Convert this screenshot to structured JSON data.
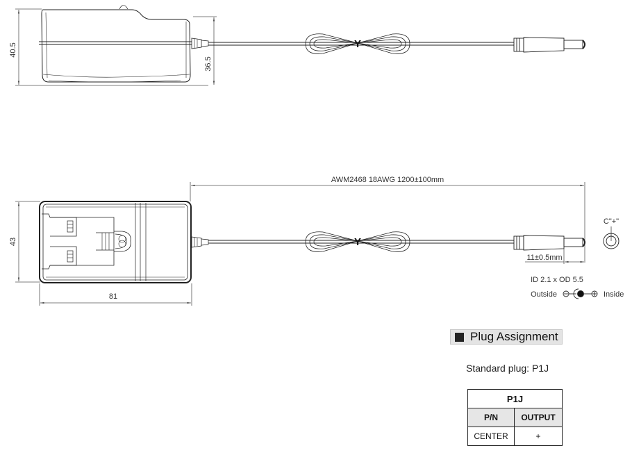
{
  "top_view": {
    "height_dim": "40.5",
    "cable_height_dim": "36.5",
    "knot_label": "Y"
  },
  "bottom_view": {
    "height_dim": "43",
    "width_dim": "81",
    "knot_label": "Y",
    "cable_spec": "AWM2468 18AWG 1200±100mm",
    "plug_length_dim": "11±0.5mm"
  },
  "plug_face": {
    "center_label": "C\"+\"",
    "size_label": "ID 2.1 x OD 5.5",
    "outside_label": "Outside",
    "inside_label": "Inside",
    "minus_symbol": "⊖",
    "plus_symbol": "⊕"
  },
  "plug_assignment": {
    "section_title": "Plug Assignment",
    "standard_plug": "Standard plug: P1J",
    "table": {
      "title": "P1J",
      "headers": [
        "P/N",
        "OUTPUT"
      ],
      "rows": [
        [
          "CENTER",
          "+"
        ]
      ]
    }
  },
  "colors": {
    "line": "#222222",
    "dim_line": "#555555",
    "section_bg": "#e4e4e4",
    "table_header_bg": "#e6e6e6"
  }
}
